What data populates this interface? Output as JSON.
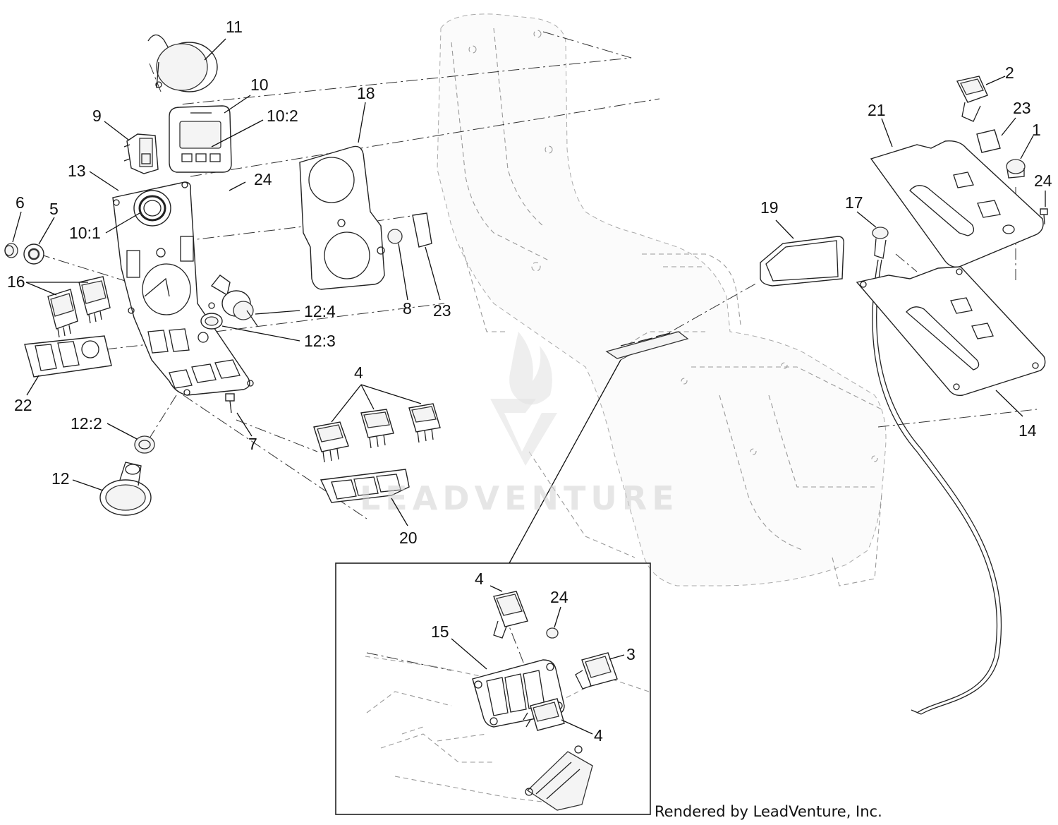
{
  "diagram": {
    "callouts": [
      {
        "id": "c-11",
        "label": "11"
      },
      {
        "id": "c-10",
        "label": "10"
      },
      {
        "id": "c-10-2",
        "label": "10:2"
      },
      {
        "id": "c-9",
        "label": "9"
      },
      {
        "id": "c-13",
        "label": "13"
      },
      {
        "id": "c-24a",
        "label": "24"
      },
      {
        "id": "c-6",
        "label": "6"
      },
      {
        "id": "c-5",
        "label": "5"
      },
      {
        "id": "c-10-1",
        "label": "10:1"
      },
      {
        "id": "c-16",
        "label": "16"
      },
      {
        "id": "c-12-4",
        "label": "12:4"
      },
      {
        "id": "c-12-3",
        "label": "12:3"
      },
      {
        "id": "c-22",
        "label": "22"
      },
      {
        "id": "c-12-2",
        "label": "12:2"
      },
      {
        "id": "c-7",
        "label": "7"
      },
      {
        "id": "c-12",
        "label": "12"
      },
      {
        "id": "c-18",
        "label": "18"
      },
      {
        "id": "c-8",
        "label": "8"
      },
      {
        "id": "c-23a",
        "label": "23"
      },
      {
        "id": "c-4a",
        "label": "4"
      },
      {
        "id": "c-20",
        "label": "20"
      },
      {
        "id": "c-2",
        "label": "2"
      },
      {
        "id": "c-21",
        "label": "21"
      },
      {
        "id": "c-23b",
        "label": "23"
      },
      {
        "id": "c-1",
        "label": "1"
      },
      {
        "id": "c-24b",
        "label": "24"
      },
      {
        "id": "c-19",
        "label": "19"
      },
      {
        "id": "c-17",
        "label": "17"
      },
      {
        "id": "c-14",
        "label": "14"
      },
      {
        "id": "c-4b",
        "label": "4"
      },
      {
        "id": "c-24c",
        "label": "24"
      },
      {
        "id": "c-15",
        "label": "15"
      },
      {
        "id": "c-3",
        "label": "3"
      },
      {
        "id": "c-4c",
        "label": "4"
      }
    ],
    "watermark": "LEADVENTURE",
    "credit": "Rendered by LeadVenture, Inc."
  }
}
